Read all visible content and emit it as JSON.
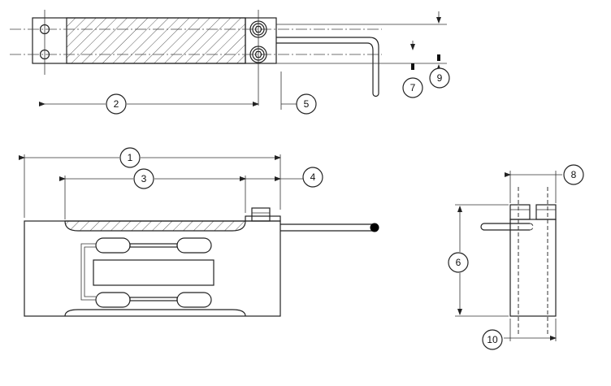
{
  "callouts": [
    {
      "id": "c1",
      "label": "1"
    },
    {
      "id": "c2",
      "label": "2"
    },
    {
      "id": "c3",
      "label": "3"
    },
    {
      "id": "c4",
      "label": "4"
    },
    {
      "id": "c5",
      "label": "5"
    },
    {
      "id": "c6",
      "label": "6"
    },
    {
      "id": "c7",
      "label": "7"
    },
    {
      "id": "c8",
      "label": "8"
    },
    {
      "id": "c9",
      "label": "9"
    },
    {
      "id": "c10",
      "label": "10"
    }
  ],
  "colors": {
    "line": "#222222",
    "background": "#ffffff",
    "cable_end": "#000000"
  }
}
